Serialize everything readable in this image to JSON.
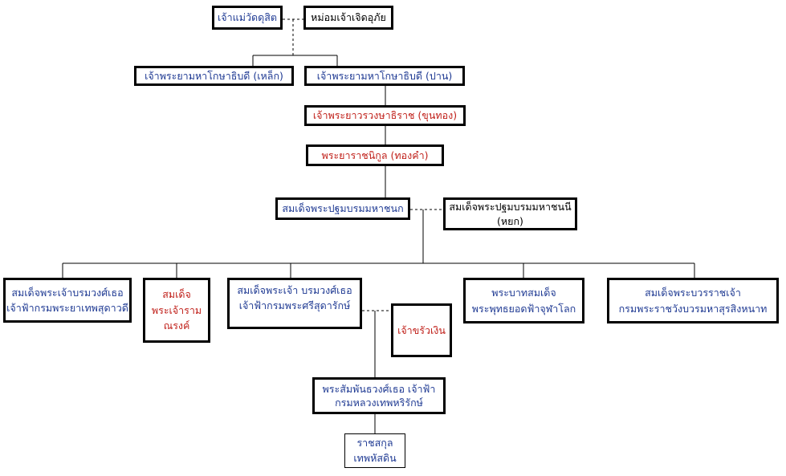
{
  "diagram": {
    "nodes": {
      "mae_wat_dusit": {
        "label": "เจ้าแม่วัดดุสิต",
        "color": "#1f3a93"
      },
      "mom_chao_choed": {
        "label": "หม่อมเจ้าเจิดอุภัย",
        "color": "#000000"
      },
      "phraya_lek": {
        "label": "เจ้าพระยามหาโกษาธิบดี (เหล็ก)",
        "color": "#1f3a93"
      },
      "phraya_pan": {
        "label": "เจ้าพระยามหาโกษาธิบดี (ปาน)",
        "color": "#1f3a93"
      },
      "phraya_thong": {
        "label": "เจ้าพระยาวรวงษาธิราช (ขุนทอง)",
        "color": "#c0201a"
      },
      "phraya_thongkham": {
        "label": "พระยาราชนิกูล (ทองคำ)",
        "color": "#c0201a"
      },
      "pathom_chanok": {
        "label": "สมเด็จพระปฐมบรมมหาชนก",
        "color": "#1f3a93"
      },
      "pathom_chanani": {
        "line1": "สมเด็จพระปฐมบรมมหาชนนี",
        "line2": "(หยก)",
        "color": "#000000"
      },
      "thepsudawadi": {
        "line1": "สมเด็จพระเจ้าบรมวงศ์เธอ",
        "line2": "เจ้าฟ้ากรมพระยาเทพสุดาวดี",
        "color": "#1f3a93"
      },
      "chao_ram": {
        "line1": "สมเด็จ",
        "line2": "พระเจ้าราม",
        "line3": "ณรงค์",
        "color": "#c0201a"
      },
      "srisudarak": {
        "line1": "สมเด็จพระเจ้า บรมวงศ์เธอ",
        "line2": "เจ้าฟ้ากรมพระศรีสุดารักษ์",
        "color": "#1f3a93"
      },
      "chao_khrua_ngoen": {
        "label": "เจ้าขรัวเงิน",
        "color": "#c0201a"
      },
      "rama1": {
        "line1": "พระบาทสมเด็จ",
        "line2": "พระพุทธยอดฟ้าจุฬาโลก",
        "color": "#1f3a93"
      },
      "wang_na": {
        "line1": "สมเด็จพระบวรราชเจ้า",
        "line2": "กรมพระราชวังบวรมหาสุรสิงหนาท",
        "color": "#1f3a93"
      },
      "thephariraks": {
        "line1": "พระสัมพันธวงศ์เธอ เจ้าฟ้า",
        "line2": "กรมหลวงเทพหริรักษ์",
        "color": "#1f3a93"
      },
      "ratchasakun": {
        "line1": "ราชสกุล",
        "line2": "เทพหัสดิน",
        "color": "#1f3a93"
      }
    }
  }
}
